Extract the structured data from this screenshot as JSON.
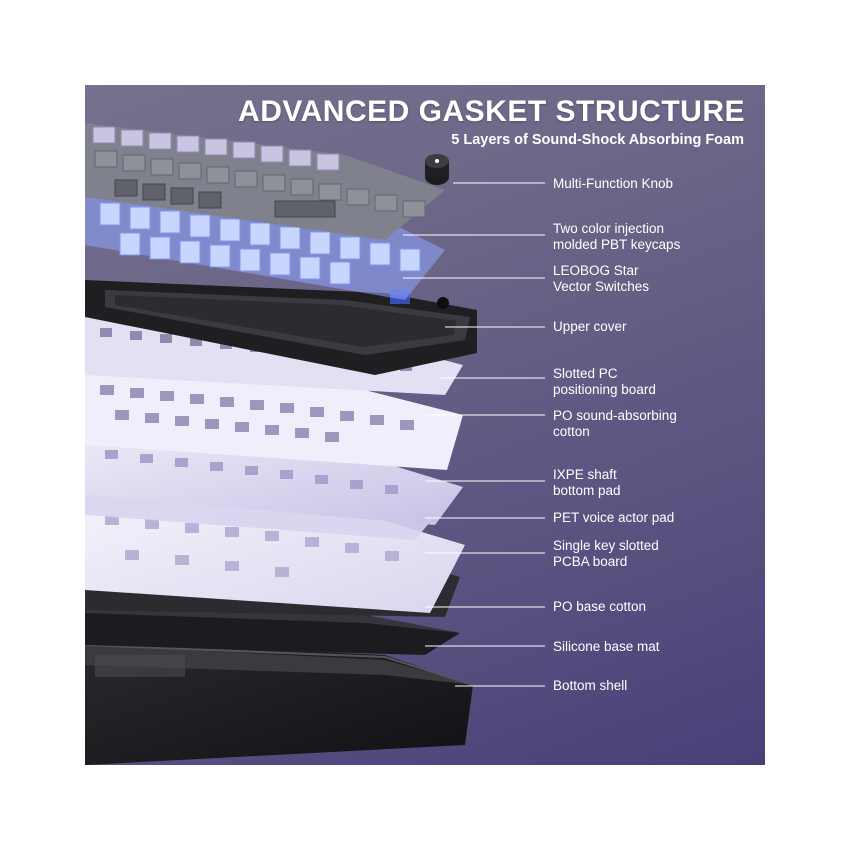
{
  "header": {
    "title": "ADVANCED GASKET STRUCTURE",
    "subtitle": "5 Layers of Sound-Shock Absorbing Foam"
  },
  "layers": [
    {
      "label": "Multi-Function Knob"
    },
    {
      "label": "Two color injection\nmolded PBT keycaps"
    },
    {
      "label": "LEOBOG Star\nVector Switches"
    },
    {
      "label": "Upper cover"
    },
    {
      "label": "Slotted PC\npositioning board"
    },
    {
      "label": "PO sound-absorbing\ncotton"
    },
    {
      "label": "IXPE shaft\nbottom pad"
    },
    {
      "label": "PET voice actor pad"
    },
    {
      "label": "Single key slotted\nPCBA board"
    },
    {
      "label": "PO base cotton"
    },
    {
      "label": "Silicone base mat"
    },
    {
      "label": "Bottom shell"
    }
  ],
  "colors": {
    "background_top": "#77718f",
    "background_bottom": "#4a3f78",
    "keycap_gray": "#8a8c96",
    "keycap_lilac": "#c4c0de",
    "switch_blue": "#9fb4ff",
    "frame_black": "#232326",
    "plate_white": "#ecebf6",
    "text": "#ffffff"
  }
}
